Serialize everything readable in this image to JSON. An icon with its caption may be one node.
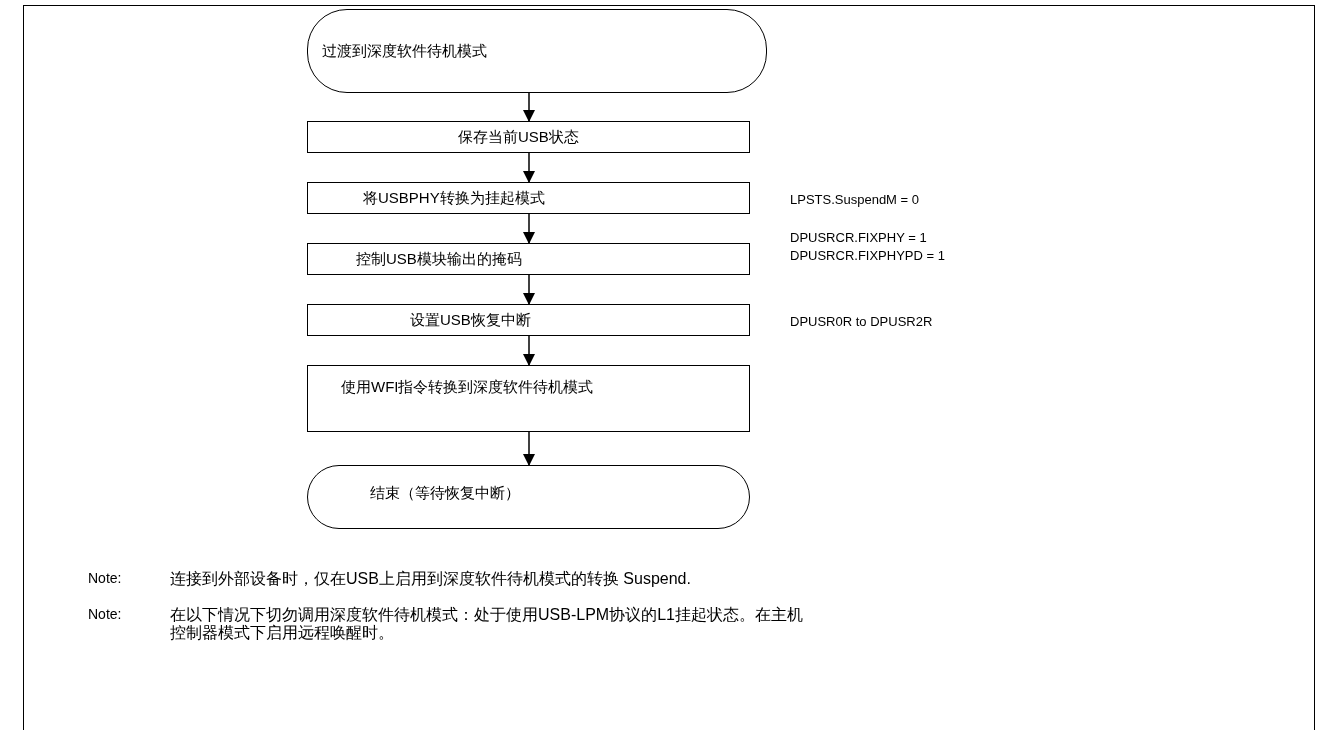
{
  "diagram": {
    "nodes": [
      {
        "text": [
          "过渡到深度软件待机模式"
        ]
      },
      {
        "text": [
          "保存当前USB状态"
        ]
      },
      {
        "text": [
          "将USBPHY转换为挂起模式"
        ],
        "beside": [
          "LPSTS.SuspendM = 0"
        ]
      },
      {
        "text": [
          "控制USB模块输出的掩码"
        ],
        "beside": [
          "DPUSRCR.FIXPHY = 1",
          "DPUSRCR.FIXPHYPD = 1"
        ]
      },
      {
        "text": [
          "设置USB恢复中断"
        ],
        "beside": [
          "DPUSR0R to DPUSR2R"
        ]
      },
      {
        "text": [
          "使用WFI指令转换到深度软件待机模式"
        ]
      },
      {
        "text": [
          "结束（等待恢复中断）"
        ]
      }
    ],
    "edges": [
      {
        "from": 0,
        "to": 1,
        "arrow": "to"
      },
      {
        "from": 1,
        "to": 2,
        "arrow": "to"
      },
      {
        "from": 2,
        "to": 3,
        "arrow": "to"
      },
      {
        "from": 3,
        "to": 4,
        "arrow": "to"
      },
      {
        "from": 4,
        "to": 5,
        "arrow": "to"
      },
      {
        "from": 5,
        "to": 6,
        "arrow": "to"
      }
    ],
    "labels": [
      "Note:",
      "连接到外部设备时，仅在USB上启用到深度软件待机模式的转换 Suspend.",
      "Note:",
      "在以下情况下切勿调用深度软件待机模式：处于使用USB-LPM协议的L1挂起状态。在主机控制器模式下启用远程唤醒时。"
    ]
  }
}
